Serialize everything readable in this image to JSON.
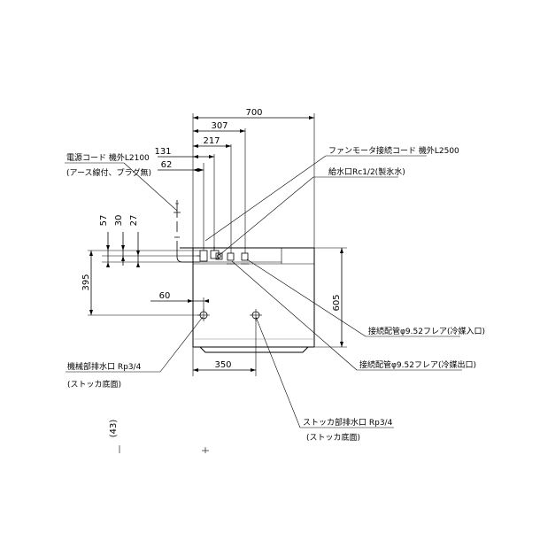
{
  "dimensions": {
    "overall_width": "700",
    "d307": "307",
    "d217": "217",
    "d131": "131",
    "d62": "62",
    "d57": "57",
    "d30": "30",
    "d27": "27",
    "d395": "395",
    "d60": "60",
    "d605": "605",
    "d350": "350",
    "d43": "(43)"
  },
  "callouts": {
    "power_cord": "電源コード 機外L2100",
    "power_cord_note": "(アース線付、プラグ無)",
    "fan_motor_cord": "ファンモータ接続コード 機外L2500",
    "water_inlet": "給水口Rc1/2(製氷水)",
    "pipe_in": "接続配管φ9.52フレア(冷媒入口)",
    "pipe_out": "接続配管φ9.52フレア(冷媒出口)",
    "machine_drain": "機械部排水口 Rp3/4",
    "machine_drain_note": "(ストッカ底面)",
    "stocker_drain": "ストッカ部排水口 Rp3/4",
    "stocker_drain_note": "(ストッカ底面)"
  }
}
